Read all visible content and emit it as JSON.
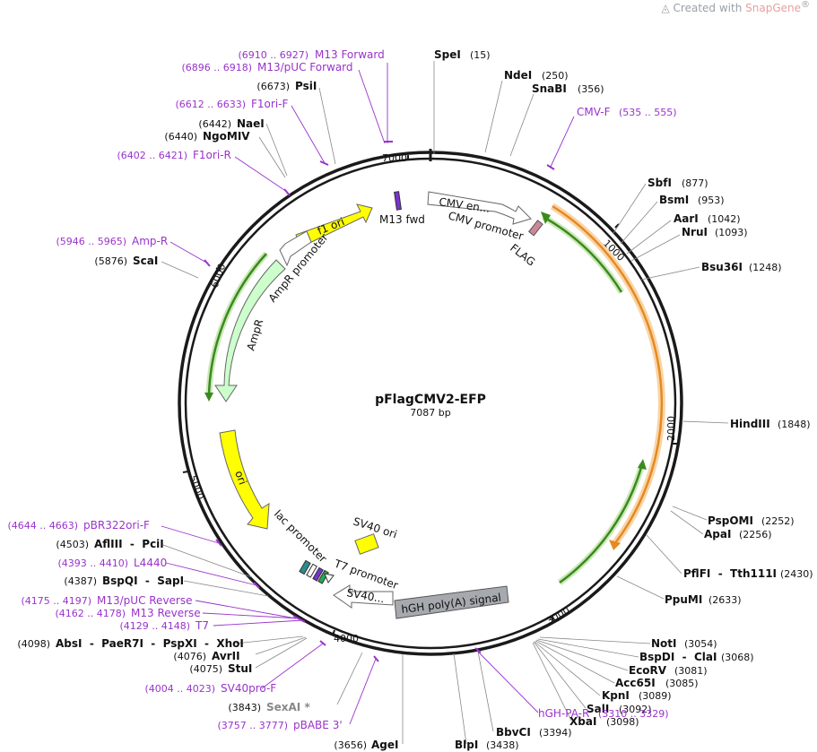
{
  "watermark": {
    "prefix": "Created with",
    "brand": "SnapGene",
    "reg": "®"
  },
  "plasmid": {
    "name": "pFlagCMV2-EFP",
    "length_label": "7087 bp"
  },
  "ticks": [
    "1000",
    "2000",
    "3000",
    "4000",
    "5000",
    "6000",
    "7000"
  ],
  "enzymes": [
    {
      "name": "SpeI",
      "pos": "(15)"
    },
    {
      "name": "NdeI",
      "pos": "(250)"
    },
    {
      "name": "SnaBI",
      "pos": "(356)"
    },
    {
      "name": "SbfI",
      "pos": "(877)"
    },
    {
      "name": "BsmI",
      "pos": "(953)"
    },
    {
      "name": "AarI",
      "pos": "(1042)"
    },
    {
      "name": "NruI",
      "pos": "(1093)"
    },
    {
      "name": "Bsu36I",
      "pos": "(1248)"
    },
    {
      "name": "HindIII",
      "pos": "(1848)"
    },
    {
      "name": "PspOMI",
      "pos": "(2252)"
    },
    {
      "name": "ApaI",
      "pos": "(2256)"
    },
    {
      "name": "PflFI  -  Tth111I",
      "pos": "(2430)"
    },
    {
      "name": "PpuMI",
      "pos": "(2633)"
    },
    {
      "name": "NotI",
      "pos": "(3054)"
    },
    {
      "name": "BspDI  -  ClaI",
      "pos": "(3068)"
    },
    {
      "name": "EcoRV",
      "pos": "(3081)"
    },
    {
      "name": "Acc65I",
      "pos": "(3085)"
    },
    {
      "name": "KpnI",
      "pos": "(3089)"
    },
    {
      "name": "SalI",
      "pos": "(3092)"
    },
    {
      "name": "XbaI",
      "pos": "(3098)"
    },
    {
      "name": "BbvCI",
      "pos": "(3394)"
    },
    {
      "name": "BlpI",
      "pos": "(3438)"
    },
    {
      "name": "AgeI",
      "pos": "(3656)"
    },
    {
      "name": "SexAI *",
      "pos": "(3843)"
    },
    {
      "name": "StuI",
      "pos": "(4075)"
    },
    {
      "name": "AvrII",
      "pos": "(4076)"
    },
    {
      "name": "AbsI  -  PaeR7I  -  PspXI  -  XhoI",
      "pos": "(4098)"
    },
    {
      "name": "BspQI  -  SapI",
      "pos": "(4387)"
    },
    {
      "name": "AflIII  -  PciI",
      "pos": "(4503)"
    },
    {
      "name": "ScaI",
      "pos": "(5876)"
    },
    {
      "name": "NgoMIV",
      "pos": "(6440)"
    },
    {
      "name": "NaeI",
      "pos": "(6442)"
    },
    {
      "name": "PsiI",
      "pos": "(6673)"
    }
  ],
  "primers": [
    {
      "name": "M13 Forward",
      "range": "(6910 .. 6927)"
    },
    {
      "name": "M13/pUC Forward",
      "range": "(6896 .. 6918)"
    },
    {
      "name": "F1ori-F",
      "range": "(6612 .. 6633)"
    },
    {
      "name": "F1ori-R",
      "range": "(6402 .. 6421)"
    },
    {
      "name": "CMV-F",
      "range": "(535 .. 555)"
    },
    {
      "name": "Amp-R",
      "range": "(5946 .. 5965)"
    },
    {
      "name": "pBR322ori-F",
      "range": "(4644 .. 4663)"
    },
    {
      "name": "L4440",
      "range": "(4393 .. 4410)"
    },
    {
      "name": "M13/pUC Reverse",
      "range": "(4175 .. 4197)"
    },
    {
      "name": "M13 Reverse",
      "range": "(4162 .. 4178)"
    },
    {
      "name": "T7",
      "range": "(4129 .. 4148)"
    },
    {
      "name": "SV40pro-F",
      "range": "(4004 .. 4023)"
    },
    {
      "name": "pBABE 3'",
      "range": "(3757 .. 3777)"
    },
    {
      "name": "hGH-PA-R",
      "range": "(3310 .. 3329)"
    }
  ],
  "features": {
    "f1_ori": "f1 ori",
    "ampr_promoter": "AmpR promoter",
    "ampr": "AmpR",
    "ori": "ori",
    "m13_fwd": "M13 fwd",
    "cmv_enhancer": "CMV en...",
    "cmv_promoter": "CMV promoter",
    "flag": "FLAG",
    "lac_promoter": "lac promoter",
    "t7_promoter": "T7 promoter",
    "sv40_ori": "SV40 ori",
    "sv40_short": "SV40...",
    "hgh_polya": "hGH poly(A) signal"
  },
  "colors": {
    "backbone": "#1a1a1a",
    "f1_ori": "#ffff00",
    "ori": "#ffff00",
    "ampr": "#ccffcc",
    "promoter": "#ffffff",
    "polya": "#a6aaaf",
    "sv40": "#ffff00",
    "orf_orange": "#f2a33c",
    "orf_green": "#3a8a1e",
    "primer": "#9933cc"
  }
}
